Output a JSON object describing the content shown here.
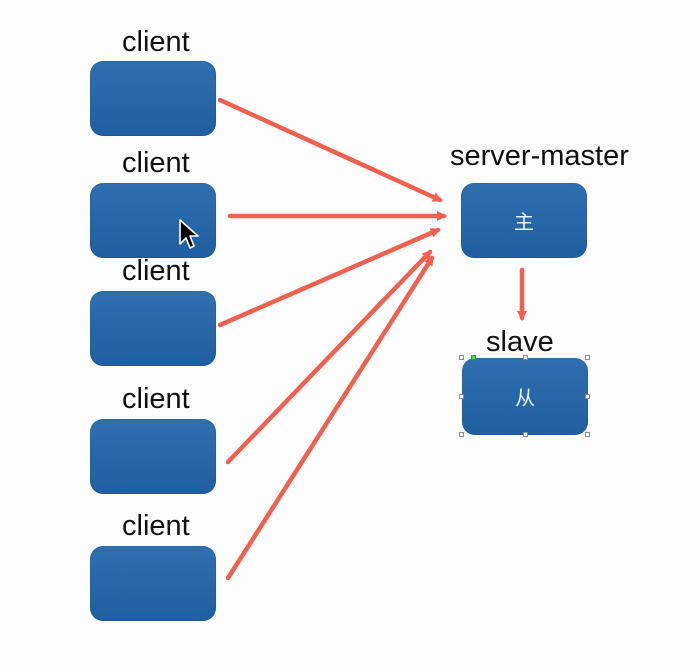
{
  "clients": [
    {
      "label": "client"
    },
    {
      "label": "client"
    },
    {
      "label": "client"
    },
    {
      "label": "client"
    },
    {
      "label": "client"
    }
  ],
  "master": {
    "label": "server-master",
    "text": "主"
  },
  "slave": {
    "label": "slave",
    "text": "从"
  },
  "colors": {
    "node_fill": "#2467a7",
    "arrow": "#f0604e",
    "label_text": "#111111"
  },
  "icons": [
    "mouse-pointer-icon"
  ]
}
